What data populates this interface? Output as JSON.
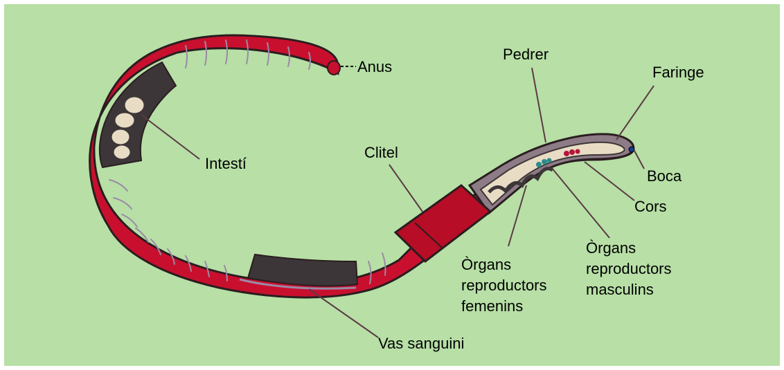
{
  "diagram": {
    "labels": {
      "anus": "Anus",
      "intesti": "Intestí",
      "pedrer": "Pedrer",
      "faringe": "Faringe",
      "clitel": "Clitel",
      "boca": "Boca",
      "cors": "Cors",
      "organs_femenins": [
        "Òrgans",
        "reproductors",
        "femenins"
      ],
      "organs_masculins": [
        "Òrgans",
        "reproductors",
        "masculins"
      ],
      "vas_sanguini": "Vas sanguini"
    },
    "colors": {
      "background": "#b7dfa6",
      "body": "#c8102e",
      "body_outline": "#2a1d1f",
      "gut": "#3d3638",
      "gut_light": "#e8dcc4",
      "segment_line": "#9a8aa6",
      "clitellum": "#b80d26"
    }
  }
}
